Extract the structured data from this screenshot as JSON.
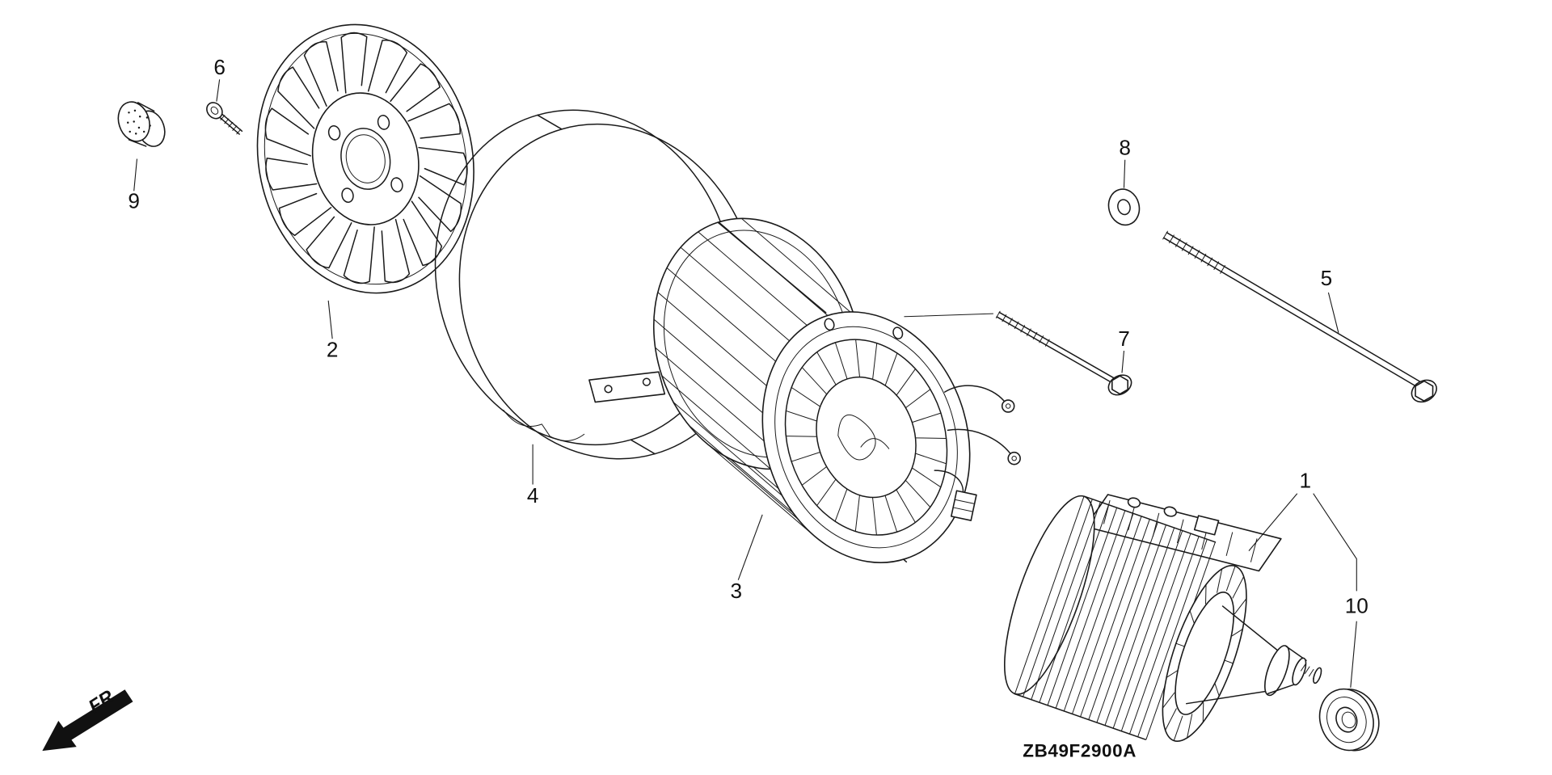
{
  "diagram": {
    "code": "ZB49F2900A",
    "front_label": "FR.",
    "labels": {
      "p1": "1",
      "p2": "2",
      "p3": "3",
      "p4": "4",
      "p5": "5",
      "p6": "6",
      "p7": "7",
      "p8": "8",
      "p9": "9",
      "p10": "10"
    }
  }
}
